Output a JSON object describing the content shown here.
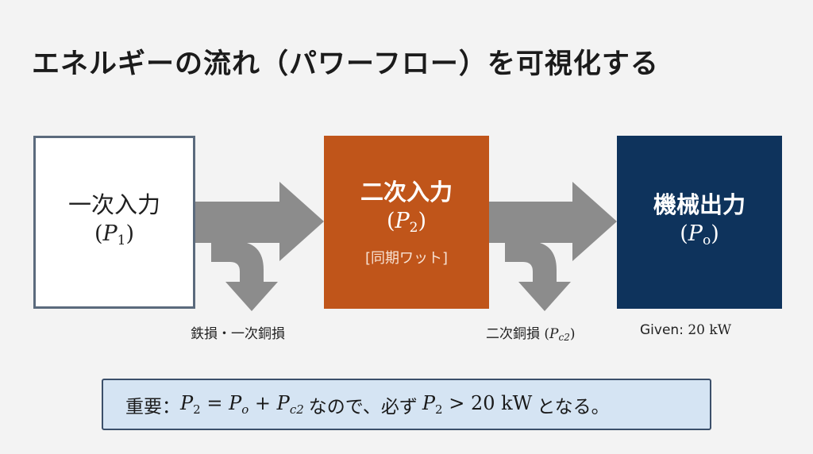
{
  "title": "エネルギーの流れ（パワーフロー）を可視化する",
  "boxes": {
    "primary": {
      "name": "一次入力",
      "symbol": "P",
      "subscript": "1"
    },
    "secondary": {
      "name": "二次入力",
      "symbol": "P",
      "subscript": "2",
      "sublabel": "[同期ワット]"
    },
    "output": {
      "name": "機械出力",
      "symbol": "P",
      "subscript": "o"
    }
  },
  "losses": {
    "first": "鉄損・一次銅損",
    "second_text": "二次銅損",
    "second_symbol": "P",
    "second_subscript": "c2"
  },
  "given": {
    "label": "Given:",
    "value": "20 kW"
  },
  "note": {
    "prefix": "重要：",
    "eq_lhs_symbol": "P",
    "eq_lhs_sub": "2",
    "eq_sign": "=",
    "eq_a_symbol": "P",
    "eq_a_sub": "o",
    "plus": "+",
    "eq_b_symbol": "P",
    "eq_b_sub": "c2",
    "middle": "なので、必ず",
    "ineq_symbol": "P",
    "ineq_sub": "2",
    "gt": ">",
    "ineq_value": "20 kW",
    "suffix": "となる。"
  },
  "colors": {
    "background": "#f3f3f3",
    "arrow": "#8c8c8c",
    "box_primary_border": "#5b6a7d",
    "box_secondary": "#c0551a",
    "box_output": "#0e335c",
    "note_bg": "#d5e4f3"
  }
}
